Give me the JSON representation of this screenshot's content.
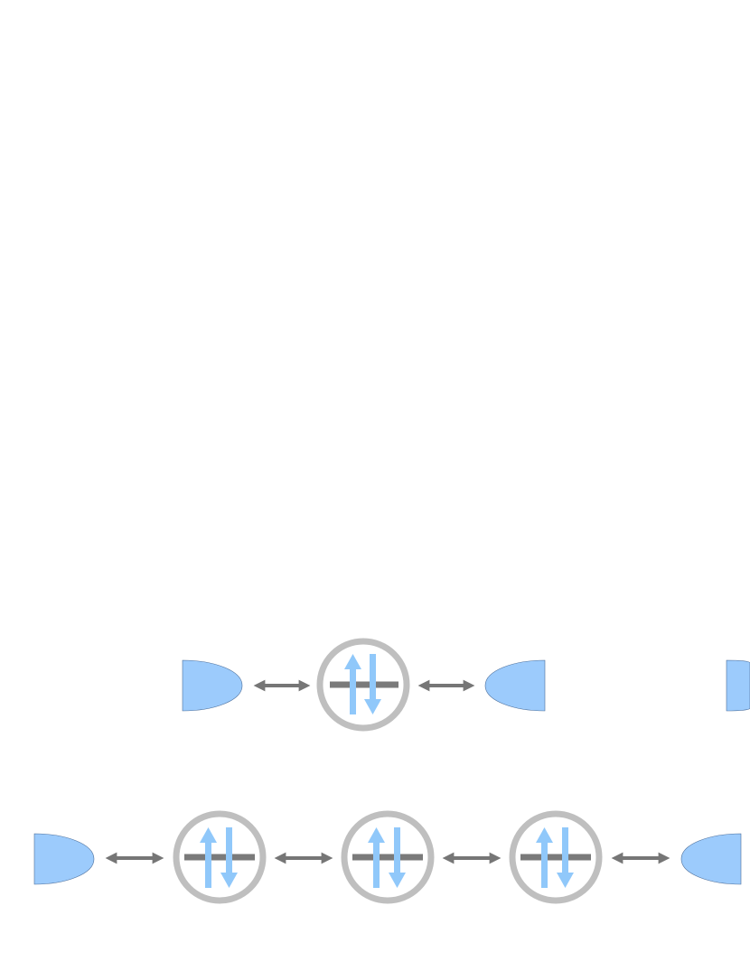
{
  "colors": {
    "lead": "#9ccbfc",
    "lead_stroke": "#4c6e9a",
    "ring": "#bfbfbf",
    "level": "#7a7a7a",
    "spin": "#90c8fa",
    "connector": "#767676"
  },
  "icons": {
    "left_lead": "half-ellipse-lead-icon",
    "right_lead": "half-ellipse-lead-icon",
    "site": "spin-up-down-site-icon",
    "coupling": "double-headed-arrow-icon"
  },
  "rows": [
    {
      "name": "single-site-chain",
      "sites": 1,
      "cropped_extra_lead_visible": true
    },
    {
      "name": "three-site-chain",
      "sites": 3,
      "cropped_extra_lead_visible": false
    }
  ]
}
